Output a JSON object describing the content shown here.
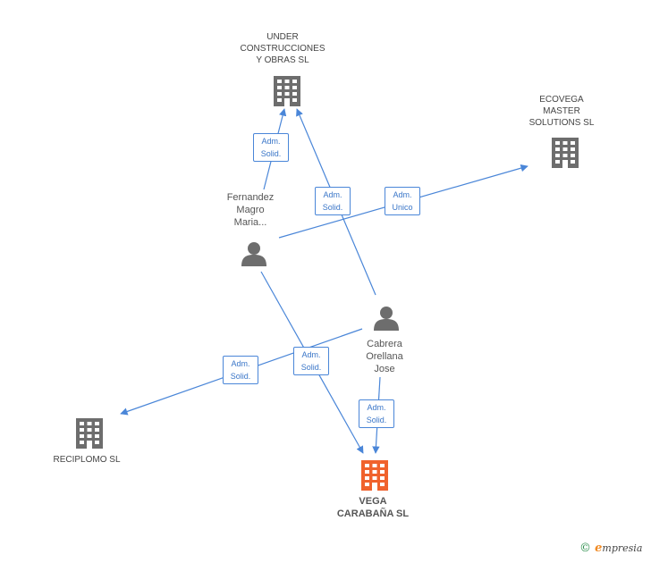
{
  "companies": {
    "under": {
      "label": "UNDER\nCONSTRUCCIONES\nY OBRAS SL"
    },
    "ecovega": {
      "label": "ECOVEGA\nMASTER\nSOLUTIONS  SL"
    },
    "reciplomo": {
      "label": "RECIPLOMO SL"
    },
    "vega": {
      "label": "VEGA\nCARABAÑA SL"
    }
  },
  "persons": {
    "fernandez": {
      "label": "Fernandez\nMagro\nMaria..."
    },
    "cabrera": {
      "label": "Cabrera\nOrellana\nJose"
    }
  },
  "edges": {
    "e1": {
      "label": "Adm.\nSolid."
    },
    "e2": {
      "label": "Adm.\nSolid."
    },
    "e3": {
      "label": "Adm.\nUnico"
    },
    "e4": {
      "label": "Adm.\nSolid."
    },
    "e5": {
      "label": "Adm.\nSolid."
    },
    "e6": {
      "label": "Adm.\nSolid."
    }
  },
  "colors": {
    "edge": "#4a86d8",
    "company_icon": "#6d6d6d",
    "main_company_icon": "#f0622d",
    "person_icon": "#6d6d6d"
  },
  "footer": {
    "copyright": "©",
    "brand_e": "e",
    "brand_rest": "mpresia"
  }
}
